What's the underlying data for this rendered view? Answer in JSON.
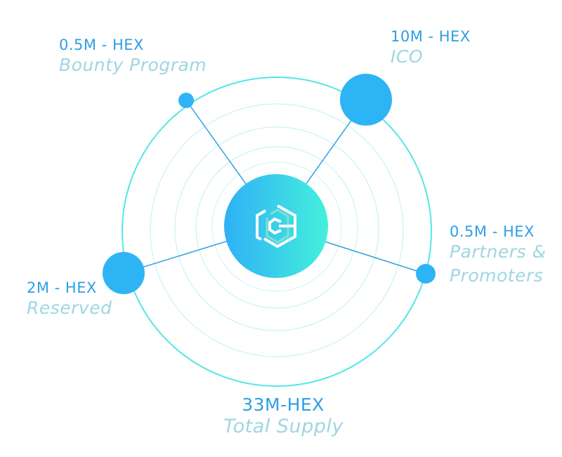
{
  "center": {
    "icon": "hex-logo-icon"
  },
  "nodes": [
    {
      "value": "0.5M - HEX",
      "label": "Bounty Program"
    },
    {
      "value": "10M - HEX",
      "label": "ICO"
    },
    {
      "value": "0.5M - HEX",
      "label": "Partners &",
      "label2": "Promoters"
    },
    {
      "value": "2M - HEX",
      "label": "Reserved"
    }
  ],
  "total": {
    "value": "33M-HEX",
    "label": "Total Supply"
  },
  "colors": {
    "value_text": "#2f9fe2",
    "label_text": "#9fd6e2",
    "node": "#2db4f5",
    "ring": "#4fe6e6",
    "center_gradient_start": "#2fb0f6",
    "center_gradient_end": "#44f0dc"
  }
}
